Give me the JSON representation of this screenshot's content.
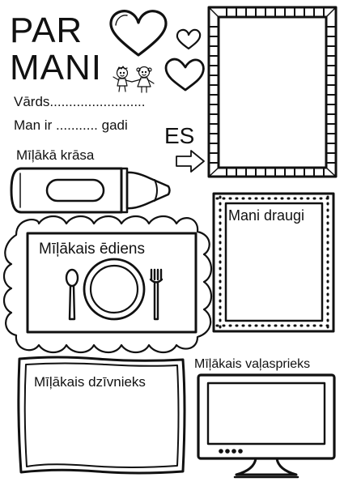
{
  "heading": {
    "line1": "PAR",
    "line2": "MANI"
  },
  "fields": {
    "name": "Vārds.........................",
    "age": "Man ir ........... gadi"
  },
  "es_label": "ES",
  "sections": {
    "favorite_color": "Mīļākā krāsa",
    "favorite_food": "Mīļākais ēdiens",
    "friends": "Mani draugi",
    "favorite_animal": "Mīļākais dzīvnieks",
    "favorite_hobby": "Mīļākais vaļasprieks"
  },
  "colors": {
    "ink": "#111111",
    "paper": "#ffffff"
  },
  "icons": [
    "heart-icon",
    "children-icon",
    "arrow-icon",
    "crayon-icon",
    "plate-icon",
    "spoon-icon",
    "fork-icon",
    "monitor-icon"
  ]
}
